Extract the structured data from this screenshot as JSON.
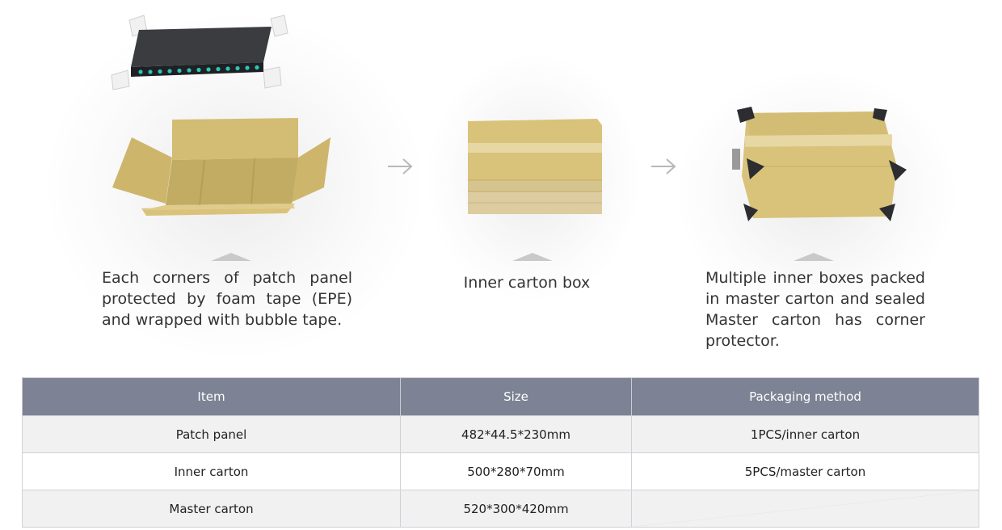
{
  "steps": [
    {
      "caption": "Each corners of patch panel protected by foam tape  (EPE) and wrapped with bubble tape."
    },
    {
      "caption": "Inner carton box"
    },
    {
      "caption": "Multiple inner boxes packed in master carton and sealed Master carton has corner protector."
    }
  ],
  "icons": {
    "arrow": "arrow-right-icon",
    "marker": "up-triangle-marker"
  },
  "colors": {
    "carton": "#d9c27a",
    "carton_dark": "#c4ad64",
    "header_bg": "#7d8394",
    "panel": "#2b2d30",
    "port": "#2ec4b6"
  },
  "table": {
    "headers": [
      "Item",
      "Size",
      "Packaging method"
    ],
    "rows": [
      [
        "Patch panel",
        "482*44.5*230mm",
        "1PCS/inner carton"
      ],
      [
        "Inner carton",
        "500*280*70mm",
        "5PCS/master carton"
      ],
      [
        "Master carton",
        "520*300*420mm",
        ""
      ]
    ]
  }
}
